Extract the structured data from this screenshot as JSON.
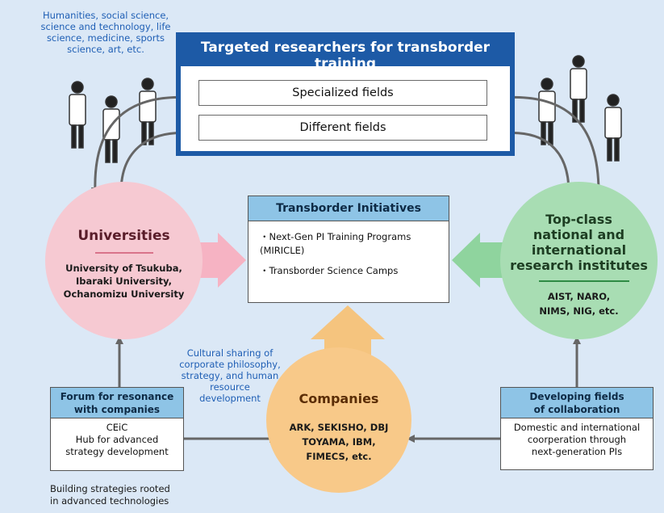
{
  "fields_note": "Humanities, social science, science and technology, life science, medicine, sports science, art, etc.",
  "targeted": {
    "title": "Targeted researchers for transborder training",
    "specialized": "Specialized fields",
    "different": "Different fields"
  },
  "universities": {
    "title": "Universities",
    "items": [
      "University of Tsukuba,",
      "Ibaraki University,",
      "Ochanomizu University"
    ]
  },
  "transborder": {
    "title": "Transborder Initiatives",
    "items": [
      "・Next-Gen PI Training Programs (MIRICLE)",
      "・Transborder Science Camps"
    ]
  },
  "top_class": {
    "title_lines": [
      "Top-class",
      "national and",
      "international",
      "research institutes"
    ],
    "items": [
      "AIST, NARO,",
      "NIMS, NIG, etc."
    ]
  },
  "cultural_sharing": "Cultural sharing of corporate philosophy, strategy, and human resource development",
  "companies": {
    "title": "Companies",
    "items": [
      "ARK, SEKISHO, DBJ",
      "TOYAMA, IBM,",
      "FIMECS, etc."
    ]
  },
  "forum": {
    "title_lines": [
      "Forum for resonance",
      "with companies"
    ],
    "body_lines": [
      "CEiC",
      "Hub for advanced",
      "strategy development"
    ]
  },
  "developing": {
    "title_lines": [
      "Developing fields",
      "of collaboration"
    ],
    "body_lines": [
      "Domestic and international",
      "coorperation through",
      "next-generation PIs"
    ]
  },
  "building_note": [
    "Building strategies rooted",
    "in advanced technologies"
  ],
  "colors": {
    "background": "#dbe8f6",
    "header_blue": "#1d5aa6",
    "box_head_blue": "#8ec4e6",
    "universities_pink": "#f6c9d2",
    "institutes_green": "#a8ddb3",
    "companies_orange": "#f8c989",
    "note_blue": "#1f5fb5"
  }
}
